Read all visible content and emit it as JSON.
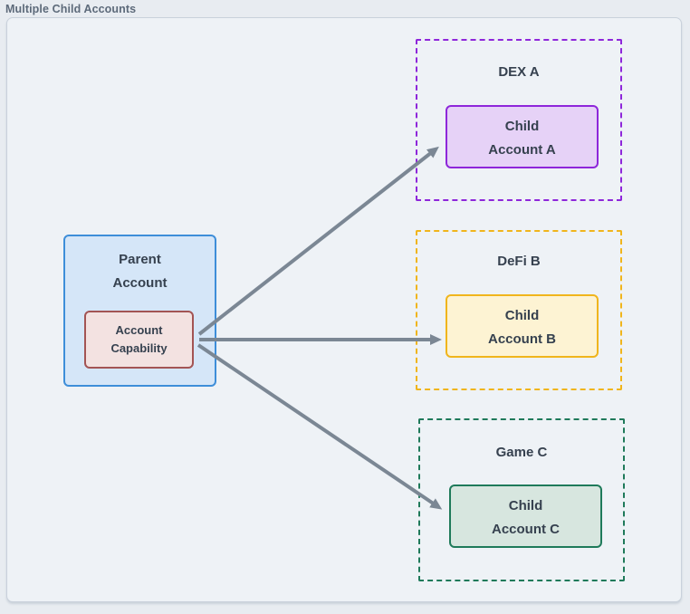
{
  "figure": {
    "title": "Multiple Child Accounts"
  },
  "colors": {
    "page-bg": "#e8ecf1",
    "panel-bg": "#eef2f6",
    "panel-border": "#c9d1db",
    "figure-title": "#5d6a7a",
    "node-text": "#36414f",
    "parent-fill": "#d5e6f8",
    "parent-border": "#3e8ed9",
    "capability-fill": "#f3e2e1",
    "capability-border": "#a35454",
    "dex-a-border": "#8e27da",
    "dex-a-fill": "#e6d2f7",
    "defi-b-border": "#f0b51c",
    "defi-b-fill": "#fdf3d3",
    "game-c-border": "#1f7a5a",
    "game-c-fill": "#d7e6df",
    "arrow": "#7b8794"
  },
  "diagram": {
    "parent": {
      "label": "Parent\nAccount",
      "capability": {
        "label": "Account\nCapability"
      }
    },
    "groups": [
      {
        "title": "DEX A",
        "child": {
          "label": "Child\nAccount A"
        }
      },
      {
        "title": "DeFi B",
        "child": {
          "label": "Child\nAccount B"
        }
      },
      {
        "title": "Game C",
        "child": {
          "label": "Child\nAccount C"
        }
      }
    ],
    "edges": [
      {
        "from": "Account Capability",
        "to": "Child Account A"
      },
      {
        "from": "Account Capability",
        "to": "Child Account B"
      },
      {
        "from": "Account Capability",
        "to": "Child Account C"
      }
    ]
  }
}
